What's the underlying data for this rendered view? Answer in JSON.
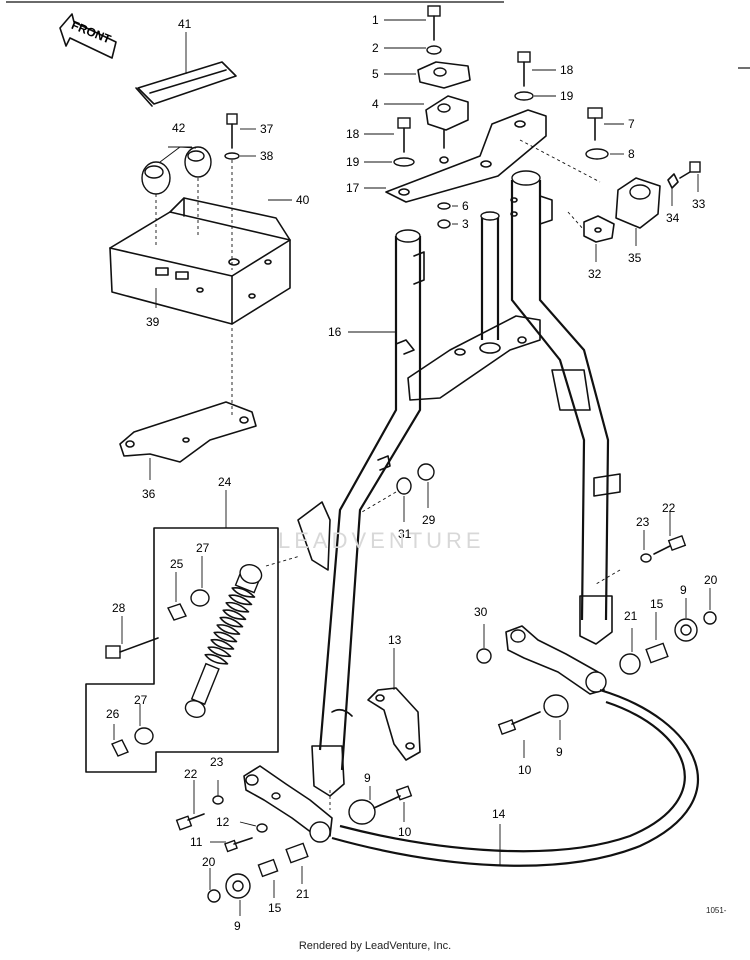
{
  "direction_label": "FRONT",
  "watermark": "LEADVENTURE",
  "footer": "Rendered by LeadVenture, Inc.",
  "diagram_code": "1051-",
  "callouts": [
    {
      "num": "1",
      "part": "bolt"
    },
    {
      "num": "2",
      "part": "lock-washer"
    },
    {
      "num": "5",
      "part": "upper-clamp"
    },
    {
      "num": "4",
      "part": "lower-clamp"
    },
    {
      "num": "18",
      "part": "bolt"
    },
    {
      "num": "19",
      "part": "washer"
    },
    {
      "num": "7",
      "part": "bolt"
    },
    {
      "num": "8",
      "part": "washer"
    },
    {
      "num": "18",
      "part": "bolt"
    },
    {
      "num": "19",
      "part": "washer"
    },
    {
      "num": "17",
      "part": "top-plate"
    },
    {
      "num": "6",
      "part": "lock-washer"
    },
    {
      "num": "3",
      "part": "nut"
    },
    {
      "num": "33",
      "part": "screw"
    },
    {
      "num": "34",
      "part": "washer"
    },
    {
      "num": "35",
      "part": "clamp-block"
    },
    {
      "num": "32",
      "part": "bracket"
    },
    {
      "num": "41",
      "part": "strap"
    },
    {
      "num": "42",
      "part": "rubber-grommet"
    },
    {
      "num": "37",
      "part": "bolt"
    },
    {
      "num": "38",
      "part": "washer"
    },
    {
      "num": "40",
      "part": "battery-tray"
    },
    {
      "num": "39",
      "part": "tray-bracket"
    },
    {
      "num": "16",
      "part": "frame"
    },
    {
      "num": "36",
      "part": "tray-plate"
    },
    {
      "num": "24",
      "part": "shock-absorber"
    },
    {
      "num": "31",
      "part": "washer"
    },
    {
      "num": "29",
      "part": "nut"
    },
    {
      "num": "27",
      "part": "bushing"
    },
    {
      "num": "25",
      "part": "collar"
    },
    {
      "num": "28",
      "part": "bolt"
    },
    {
      "num": "27",
      "part": "bushing"
    },
    {
      "num": "26",
      "part": "collar"
    },
    {
      "num": "23",
      "part": "washer"
    },
    {
      "num": "22",
      "part": "bolt"
    },
    {
      "num": "30",
      "part": "nut"
    },
    {
      "num": "21",
      "part": "bushing"
    },
    {
      "num": "15",
      "part": "collar"
    },
    {
      "num": "9",
      "part": "washer"
    },
    {
      "num": "20",
      "part": "nut"
    },
    {
      "num": "13",
      "part": "bracket"
    },
    {
      "num": "9",
      "part": "washer"
    },
    {
      "num": "10",
      "part": "bolt"
    },
    {
      "num": "14",
      "part": "swing-arm"
    },
    {
      "num": "22",
      "part": "bolt"
    },
    {
      "num": "23",
      "part": "washer"
    },
    {
      "num": "9",
      "part": "washer"
    },
    {
      "num": "10",
      "part": "bolt"
    },
    {
      "num": "12",
      "part": "washer"
    },
    {
      "num": "11",
      "part": "bolt"
    },
    {
      "num": "20",
      "part": "nut"
    },
    {
      "num": "9",
      "part": "washer"
    },
    {
      "num": "15",
      "part": "collar"
    },
    {
      "num": "21",
      "part": "bushing"
    }
  ]
}
